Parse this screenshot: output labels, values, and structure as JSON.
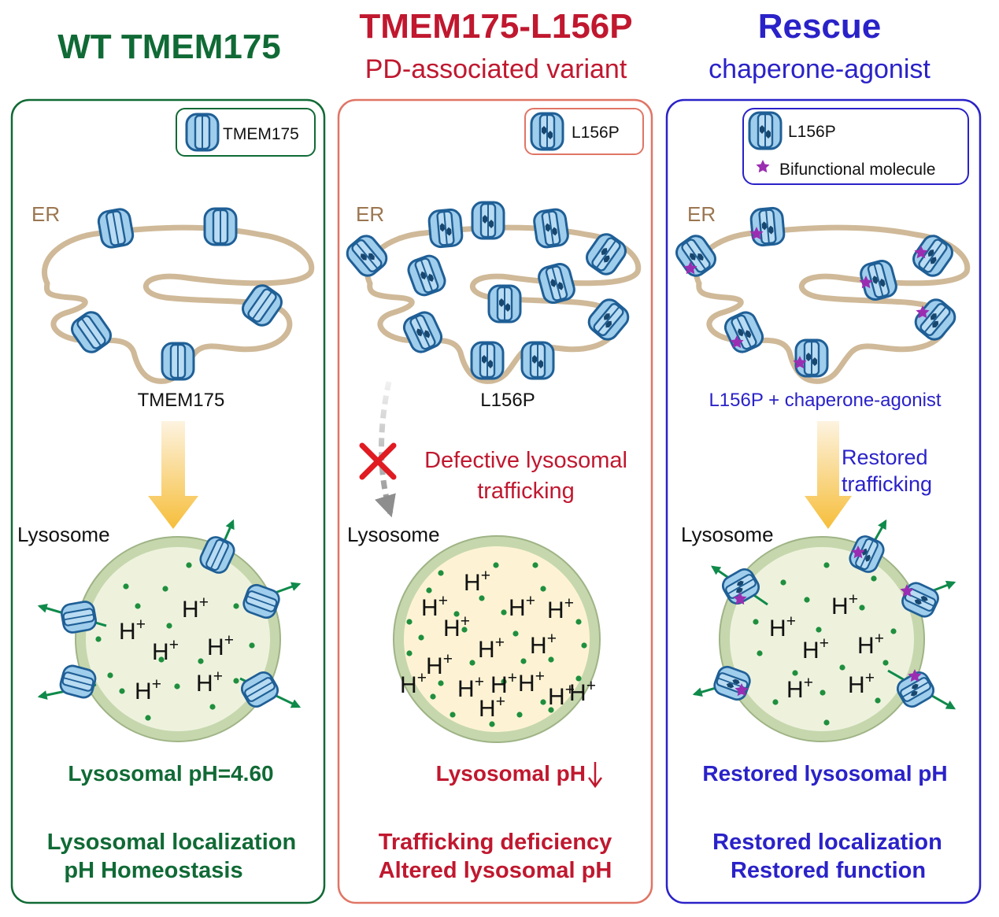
{
  "colors": {
    "wt": "#106a35",
    "mutant": "#c0182f",
    "rescue": "#2a22c8",
    "er": "#cfb998",
    "er_label": "#9b7650",
    "protein_fill": "#9fcdec",
    "protein_stroke": "#1f5f96",
    "proton_dot": "#1f8f3e",
    "lumen_normal": "#eef2dd",
    "lumen_acidic": "#fdf3d4",
    "membrane": "#c6d7ad",
    "star": "#9b2db2",
    "flow_arrow": "#f6be3a",
    "defect_arrow": "#a4a4a4",
    "defect_x": "#e01b22",
    "export_arrow": "#0f8a4a"
  },
  "panels": [
    {
      "key": "wt",
      "title": "WT TMEM175",
      "subtitle": "",
      "legend": [
        "TMEM175"
      ],
      "er_label": "ER",
      "protein_label": "TMEM175",
      "trafficking": [],
      "lysosome_label": "Lysosome",
      "protons": [
        "H+",
        "H+",
        "H+",
        "H+",
        "H+",
        "H+"
      ],
      "ph_text": "Lysosomal pH=4.60",
      "outcome": [
        "Lysosomal localization",
        "pH Homeostasis"
      ]
    },
    {
      "key": "mutant",
      "title": "TMEM175-L156P",
      "subtitle": "PD-associated variant",
      "legend": [
        "L156P"
      ],
      "er_label": "ER",
      "protein_label": "L156P",
      "trafficking": [
        "Defective lysosomal",
        "trafficking"
      ],
      "lysosome_label": "Lysosome",
      "protons": [
        "H+",
        "H+",
        "H+",
        "H+",
        "H+",
        "H+",
        "H+",
        "H+",
        "H+",
        "H+",
        "H+",
        "H+",
        "H+",
        "H+",
        "H+"
      ],
      "ph_text": "Lysosomal pH",
      "outcome": [
        "Trafficking deficiency",
        "Altered lysosomal pH"
      ]
    },
    {
      "key": "rescue",
      "title": "Rescue",
      "subtitle": "chaperone-agonist",
      "legend": [
        "L156P",
        "Bifunctional molecule"
      ],
      "er_label": "ER",
      "protein_label": "L156P + chaperone-agonist",
      "trafficking": [
        "Restored",
        "trafficking"
      ],
      "lysosome_label": "Lysosome",
      "protons": [
        "H+",
        "H+",
        "H+",
        "H+",
        "H+",
        "H+"
      ],
      "ph_text": "Restored lysosomal pH",
      "outcome": [
        "Restored localization",
        "Restored function"
      ]
    }
  ]
}
